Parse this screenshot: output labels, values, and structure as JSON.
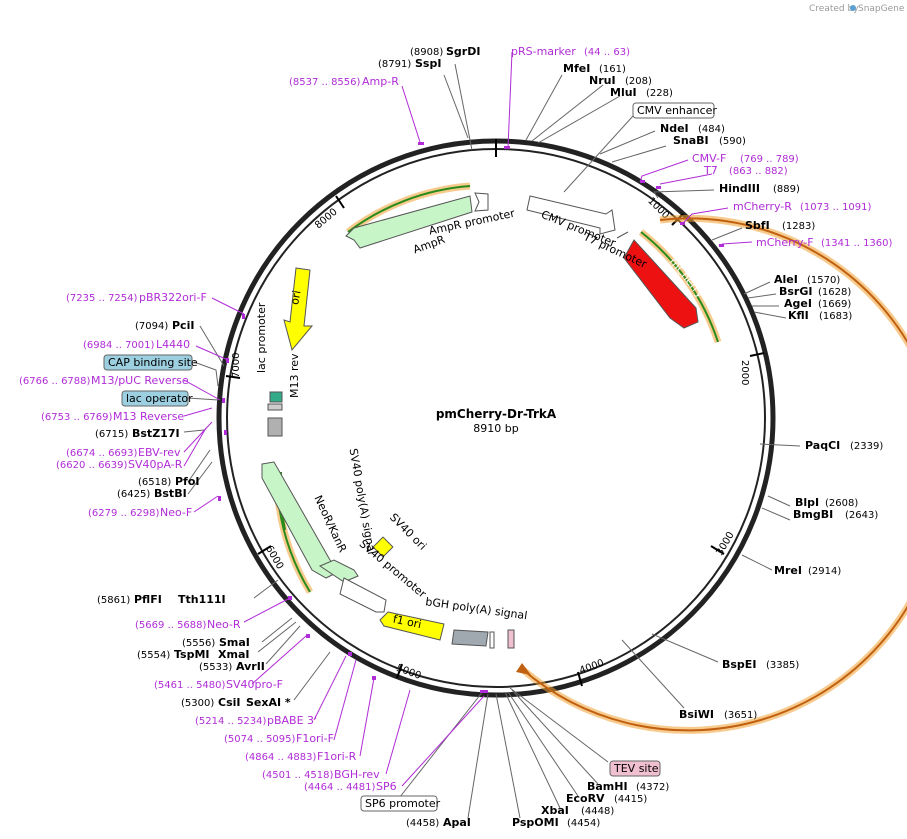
{
  "credit": {
    "created_by": "Created by",
    "brand": "SnapGene"
  },
  "plasmid": {
    "name": "pmCherry-Dr-TrkA",
    "size": "8910 bp"
  },
  "ticks": [
    "1000",
    "2000",
    "3000",
    "4000",
    "5000",
    "6000",
    "7000",
    "8000"
  ],
  "enzymes": [
    {
      "name": "SgrDI",
      "pos": "(8908)"
    },
    {
      "name": "SspI",
      "pos": "(8791)"
    },
    {
      "name": "MfeI",
      "pos": "(161)"
    },
    {
      "name": "NruI",
      "pos": "(208)"
    },
    {
      "name": "MluI",
      "pos": "(228)"
    },
    {
      "name": "NdeI",
      "pos": "(484)"
    },
    {
      "name": "SnaBI",
      "pos": "(590)"
    },
    {
      "name": "HindIII",
      "pos": "(889)"
    },
    {
      "name": "SbfI",
      "pos": "(1283)"
    },
    {
      "name": "AleI",
      "pos": "(1570)"
    },
    {
      "name": "BsrGI",
      "pos": "(1628)"
    },
    {
      "name": "AgeI",
      "pos": "(1669)"
    },
    {
      "name": "KflI",
      "pos": "(1683)"
    },
    {
      "name": "PaqCI",
      "pos": "(2339)"
    },
    {
      "name": "BlpI",
      "pos": "(2608)"
    },
    {
      "name": "BmgBI",
      "pos": "(2643)"
    },
    {
      "name": "MreI",
      "pos": "(2914)"
    },
    {
      "name": "BspEI",
      "pos": "(3385)"
    },
    {
      "name": "BsiWI",
      "pos": "(3651)"
    },
    {
      "name": "BamHI",
      "pos": "(4372)"
    },
    {
      "name": "EcoRV",
      "pos": "(4415)"
    },
    {
      "name": "XbaI",
      "pos": "(4448)"
    },
    {
      "name": "PspOMI",
      "pos": "(4454)"
    },
    {
      "name": "ApaI",
      "pos": "(4458)"
    },
    {
      "name": "CsiI",
      "pos": "(5300)"
    },
    {
      "name": "SexAI *",
      "pos": ""
    },
    {
      "name": "AvrII",
      "pos": "(5533)"
    },
    {
      "name": "TspMI",
      "pos": "(5554)"
    },
    {
      "name": "XmaI",
      "pos": ""
    },
    {
      "name": "SmaI",
      "pos": "(5556)"
    },
    {
      "name": "PflFI",
      "pos": "(5861)"
    },
    {
      "name": "Tth111I",
      "pos": ""
    },
    {
      "name": "BstBI",
      "pos": "(6425)"
    },
    {
      "name": "PfoI",
      "pos": "(6518)"
    },
    {
      "name": "BstZ17I",
      "pos": "(6715)"
    },
    {
      "name": "PciI",
      "pos": "(7094)"
    }
  ],
  "primers": [
    {
      "name": "pRS-marker",
      "range": "(44 .. 63)"
    },
    {
      "name": "Amp-R",
      "range": "(8537 .. 8556)"
    },
    {
      "name": "CMV-F",
      "range": "(769 .. 789)"
    },
    {
      "name": "T7",
      "range": "(863 .. 882)"
    },
    {
      "name": "mCherry-R",
      "range": "(1073 .. 1091)"
    },
    {
      "name": "mCherry-F",
      "range": "(1341 .. 1360)"
    },
    {
      "name": "pBR322ori-F",
      "range": "(7235 .. 7254)"
    },
    {
      "name": "L4440",
      "range": "(6984 .. 7001)"
    },
    {
      "name": "M13/pUC Reverse",
      "range": "(6766 .. 6788)"
    },
    {
      "name": "M13 Reverse",
      "range": "(6753 .. 6769)"
    },
    {
      "name": "EBV-rev",
      "range": "(6674 .. 6693)"
    },
    {
      "name": "SV40pA-R",
      "range": "(6620 .. 6639)"
    },
    {
      "name": "Neo-F",
      "range": "(6279 .. 6298)"
    },
    {
      "name": "Neo-R",
      "range": "(5669 .. 5688)"
    },
    {
      "name": "SV40pro-F",
      "range": "(5461 .. 5480)"
    },
    {
      "name": "pBABE 3'",
      "range": "(5214 .. 5234)"
    },
    {
      "name": "F1ori-F",
      "range": "(5074 .. 5095)"
    },
    {
      "name": "F1ori-R",
      "range": "(4864 .. 4883)"
    },
    {
      "name": "BGH-rev",
      "range": "(4501 .. 4518)"
    },
    {
      "name": "SP6",
      "range": "(4464 .. 4481)"
    }
  ],
  "boxed_features": {
    "cmv_enhancer": "CMV enhancer",
    "cap_binding_site": "CAP binding site",
    "lac_operator": "lac operator",
    "tev_site": "TEV site",
    "sp6_promoter": "SP6 promoter"
  },
  "features": {
    "amp_promoter": "AmpR promoter",
    "ampr": "AmpR",
    "cmv_promoter": "CMV promoter",
    "t7_promoter": "T7 promoter",
    "mcherry": "mCherry",
    "ori": "ori",
    "lac_promoter": "lac promoter",
    "m13_rev": "M13 rev",
    "sv40_polya": "SV40 poly(A) signal",
    "neor_kanr": "NeoR/KanR",
    "sv40_ori": "SV40 ori",
    "sv40_promoter": "SV40 promoter",
    "bgh_polya": "bGH poly(A) signal",
    "f1_ori": "f1 ori"
  },
  "colors": {
    "backbone": "#222222",
    "primer": "#b02cd6",
    "ampr_fill": "#c8f5c8",
    "mcherry_fill": "#ee1111",
    "ori_fill": "#ffff00",
    "orf_outline": "#f0a030",
    "orf_inner": "#2a8a1a",
    "cap_box": "#9ccfe0",
    "tev_box": "#f0c0d0"
  }
}
